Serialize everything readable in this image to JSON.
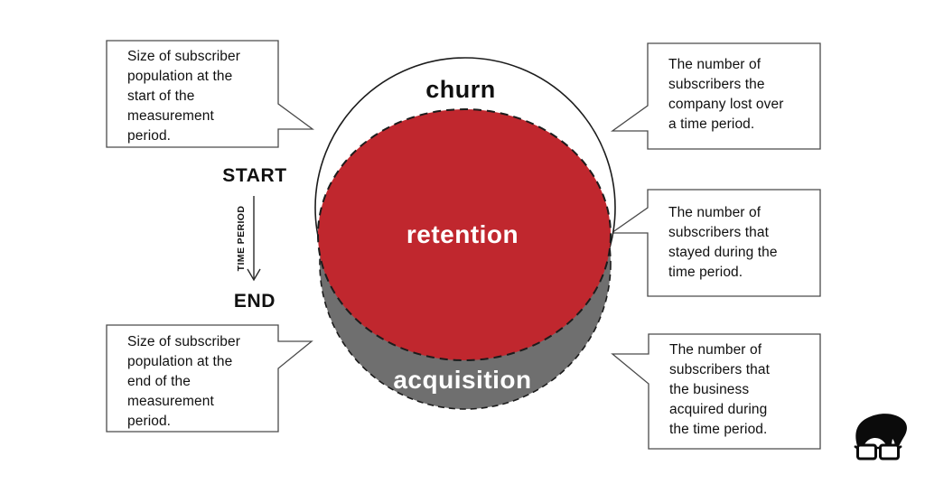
{
  "diagram": {
    "circles": {
      "churn_label": "churn",
      "retention_label": "retention",
      "acquisition_label": "acquisition"
    },
    "timeline": {
      "start_label": "START",
      "end_label": "END",
      "axis_label": "TIME PERIOD"
    },
    "callouts": {
      "start_population": {
        "text": "Size of subscriber\npopulation at the\nstart of the\nmeasurement\nperiod."
      },
      "churn_definition": {
        "text": "The number of\nsubscribers the\ncompany lost over\na time period."
      },
      "retention_definition": {
        "text": "The number of\nsubscribers that\nstayed during the\ntime period."
      },
      "acquisition_definition": {
        "text": "The number of\nsubscribers that\nthe business\nacquired during\nthe time period."
      },
      "end_population": {
        "text": "Size of subscriber\npopulation at the\nend of the\nmeasurement\nperiod."
      }
    },
    "colors": {
      "retention_red": "#c0272e",
      "acquisition_gray": "#6f6f6f",
      "outline_black": "#1c1c1c",
      "bubble_border": "#4a4a4a"
    },
    "icons": {
      "brand_logo": "nerd-hair-glasses-logo"
    }
  }
}
